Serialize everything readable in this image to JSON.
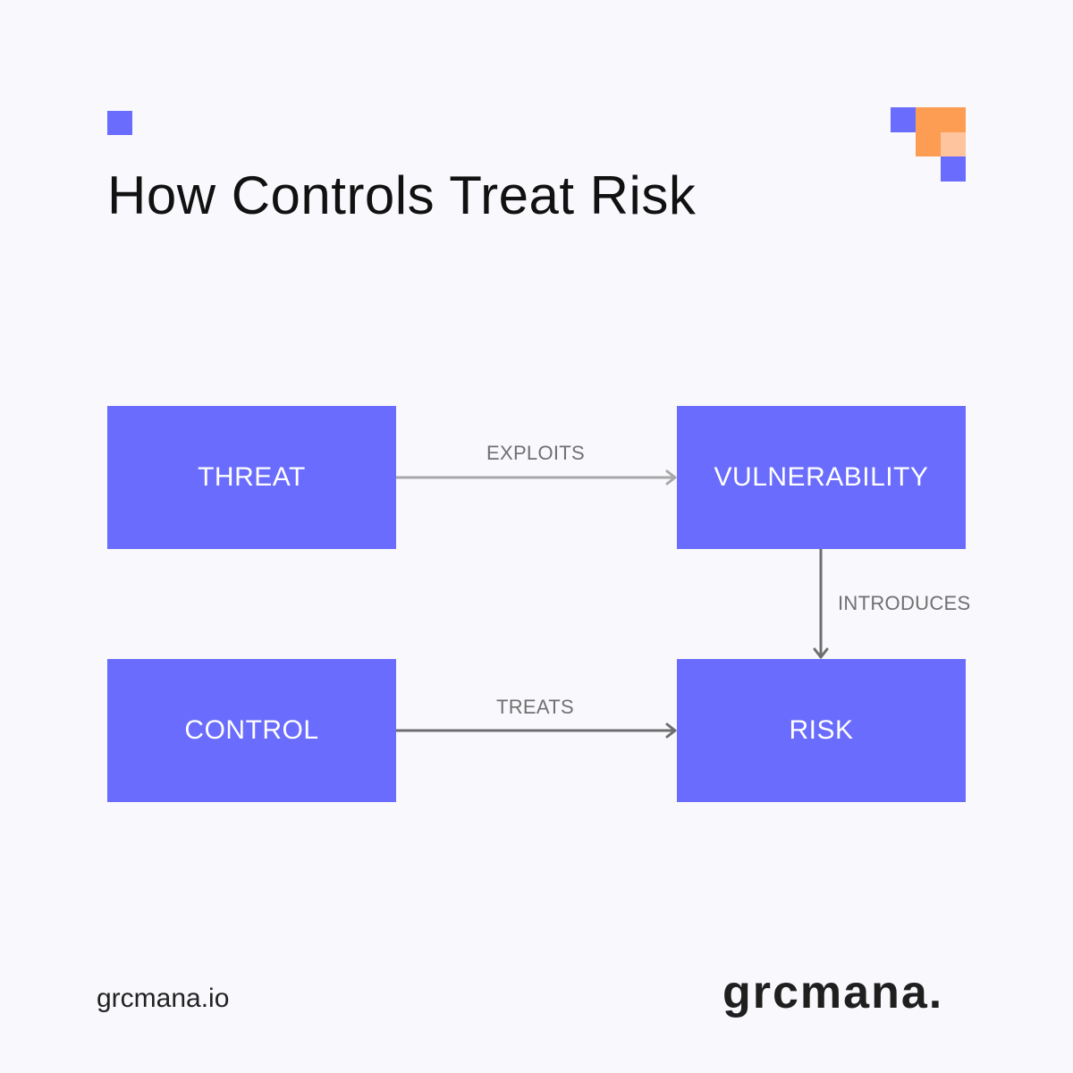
{
  "title": "How Controls Treat Risk",
  "colors": {
    "node_fill": "#6a6cfd",
    "accent_orange": "#fd9d53",
    "accent_peach": "#fec49d",
    "edge_light": "#a8a8a8",
    "edge_dark": "#6e6e6e"
  },
  "diagram": {
    "nodes": [
      {
        "id": "threat",
        "label": "THREAT"
      },
      {
        "id": "vulnerability",
        "label": "VULNERABILITY"
      },
      {
        "id": "control",
        "label": "CONTROL"
      },
      {
        "id": "risk",
        "label": "RISK"
      }
    ],
    "edges": [
      {
        "from": "threat",
        "to": "vulnerability",
        "label": "EXPLOITS"
      },
      {
        "from": "vulnerability",
        "to": "risk",
        "label": "INTRODUCES"
      },
      {
        "from": "control",
        "to": "risk",
        "label": "TREATS"
      }
    ]
  },
  "footer": {
    "url": "grcmana.io",
    "brand": "grcmana."
  }
}
